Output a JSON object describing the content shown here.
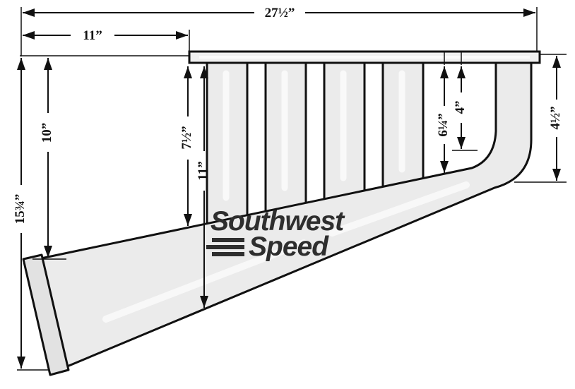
{
  "drawing": {
    "title": "Exhaust header dimensional diagram",
    "brand": {
      "top": "Southwest",
      "bottom": "Speed"
    },
    "dimensions": {
      "overall_width": "27½”",
      "flange_left_offset": "11”",
      "left_upper_height": "10”",
      "left_total_height": "15¾”",
      "first_tube_to_collector_top": "7½”",
      "first_tube_to_collector_bottom": "11”",
      "last_tube_to_collector_top": "6¼”",
      "last_tube_to_bend": "4”",
      "right_end_drop": "4½”"
    },
    "colors": {
      "line": "#111111",
      "metal": "#ebebeb",
      "flange": "#f0f0f0",
      "highlight": "#ffffff",
      "brand_text": "#2e2e2e"
    }
  }
}
